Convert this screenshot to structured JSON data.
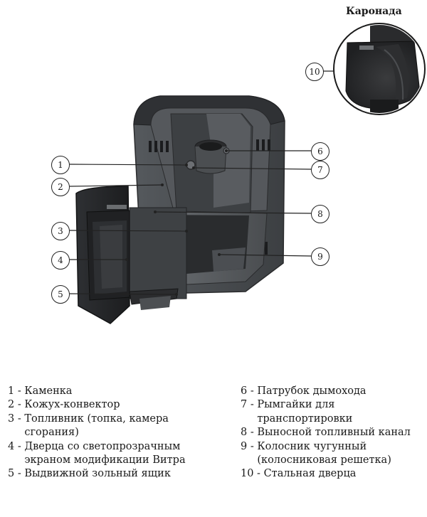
{
  "inset_title": "Каронада",
  "callouts": [
    "1",
    "2",
    "3",
    "4",
    "5",
    "6",
    "7",
    "8",
    "9",
    "10"
  ],
  "legend": {
    "left": [
      {
        "num": "1 - ",
        "text": "Каменка"
      },
      {
        "num": "2 - ",
        "text": "Кожух-конвектор"
      },
      {
        "num": "3 - ",
        "text": "Топливник (топка, камера сгорания)"
      },
      {
        "num": "4 - ",
        "text": "Дверца со светопрозрачным экраном модификации Витра"
      },
      {
        "num": "5 - ",
        "text": "Выдвижной зольный ящик"
      }
    ],
    "right": [
      {
        "num": "6 - ",
        "text": "Патрубок дымохода"
      },
      {
        "num": "7 - ",
        "text": "Рымгайки для транспортировки"
      },
      {
        "num": "8 - ",
        "text": "Выносной топливный канал"
      },
      {
        "num": "9 - ",
        "text": "Колосник чугунный (колосниковая решетка)"
      },
      {
        "num": "10 - ",
        "text": "Стальная дверца"
      }
    ]
  }
}
